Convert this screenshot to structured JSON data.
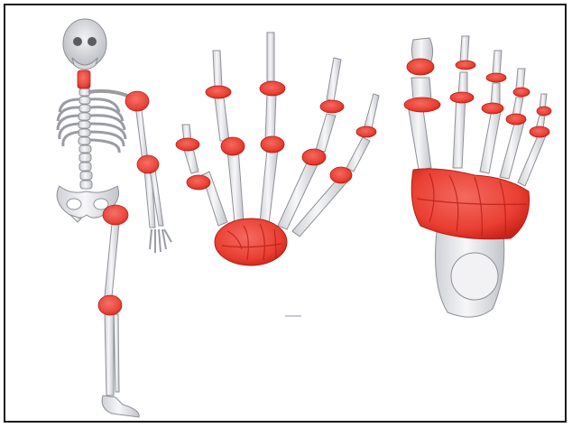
{
  "illustration": {
    "panels": [
      "skeleton",
      "hand",
      "foot"
    ],
    "colors": {
      "background": "#ffffff",
      "frame": "#1a1a1a",
      "bone_fill": "#e6e7ea",
      "bone_light": "#f7f7f8",
      "bone_stroke": "#8e9096",
      "joint": "#ef4b3f",
      "joint_dark": "#c8231a",
      "joint_stroke": "#b51d15"
    }
  }
}
